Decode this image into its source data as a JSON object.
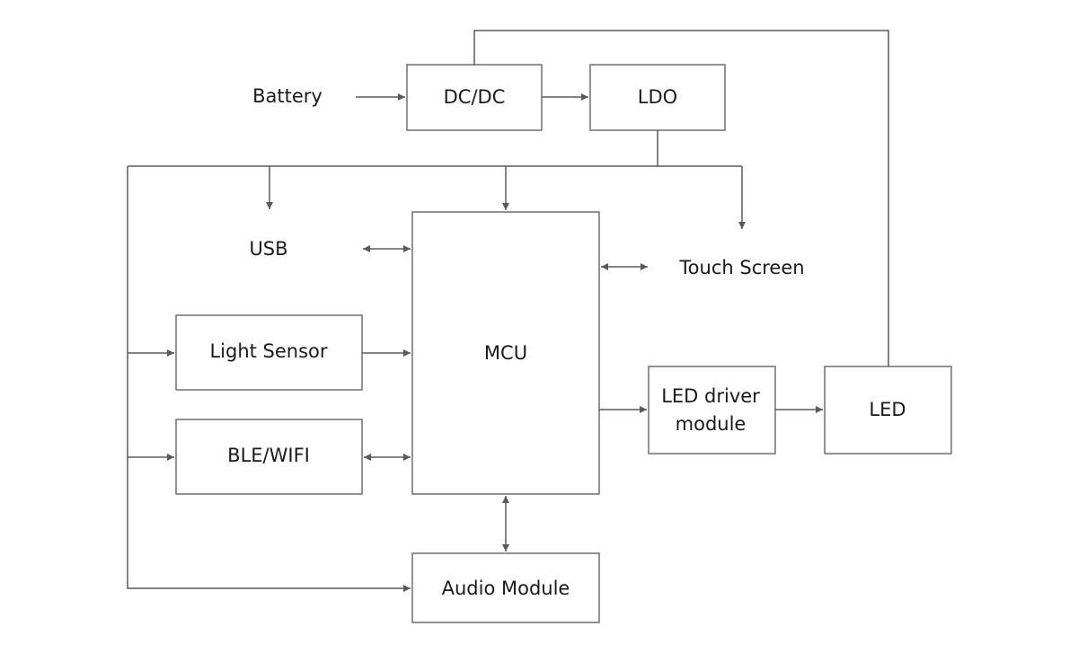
{
  "colors": {
    "line": "#5a5a5a",
    "box_border": "#6f6f6f",
    "text": "#1a1a1a",
    "background": "#ffffff"
  },
  "labels": {
    "battery": "Battery",
    "dcdc": "DC/DC",
    "ldo": "LDO",
    "usb": "USB",
    "touch_screen": "Touch Screen",
    "mcu": "MCU",
    "light_sensor": "Light Sensor",
    "ble_wifi": "BLE/WIFI",
    "led_driver_line1": "LED driver",
    "led_driver_line2": "module",
    "led": "LED",
    "audio_module": "Audio Module"
  }
}
